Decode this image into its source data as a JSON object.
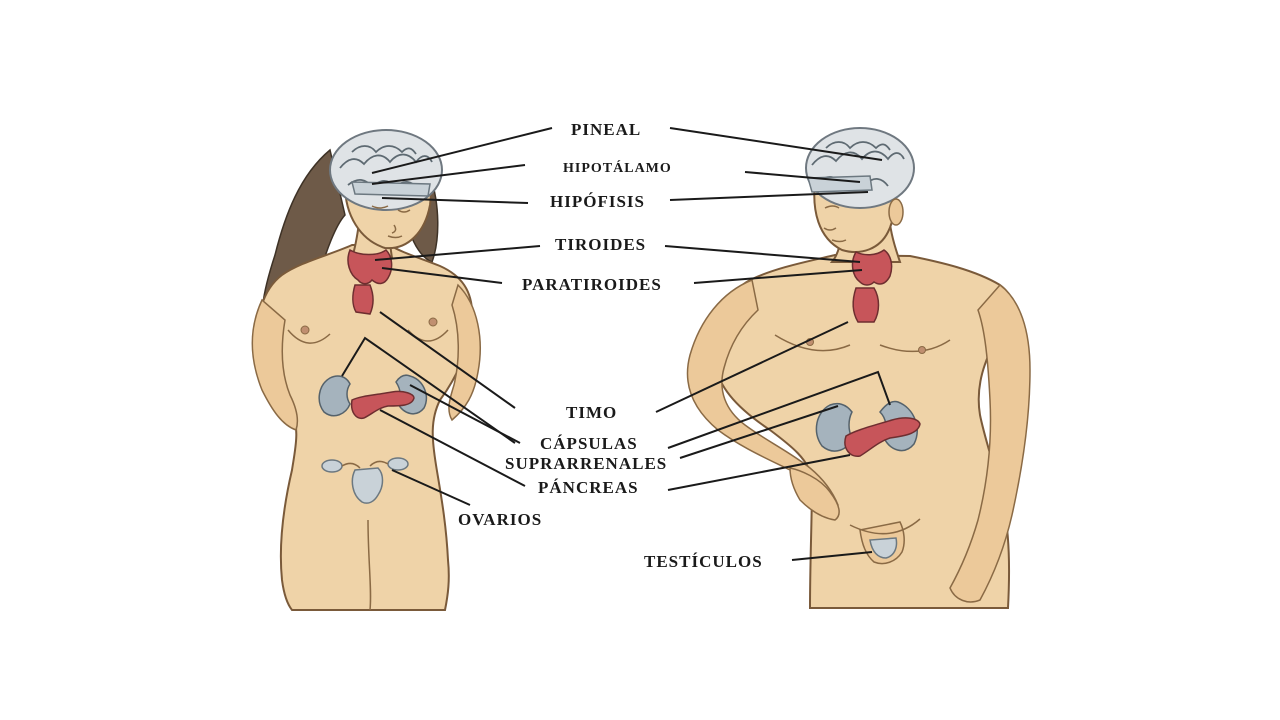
{
  "labels": {
    "pineal": "PINEAL",
    "hipotalamo": "HIPOTÁLAMO",
    "hipofisis": "HIPÓFISIS",
    "tiroides": "TIROIDES",
    "paratiroides": "PARATIROIDES",
    "timo": "TIMO",
    "capsulas_1": "CÁPSULAS",
    "capsulas_2": "SUPRARRENALES",
    "pancreas": "PÁNCREAS",
    "ovarios": "OVARIOS",
    "testiculos": "TESTÍCULOS"
  },
  "colors": {
    "skin": "#efd3a8",
    "brain": "#dfe3e6",
    "gland": "#c7555a",
    "kidney": "#a5b3bd",
    "hair": "#6e5a48",
    "line": "#1a1a1a"
  }
}
